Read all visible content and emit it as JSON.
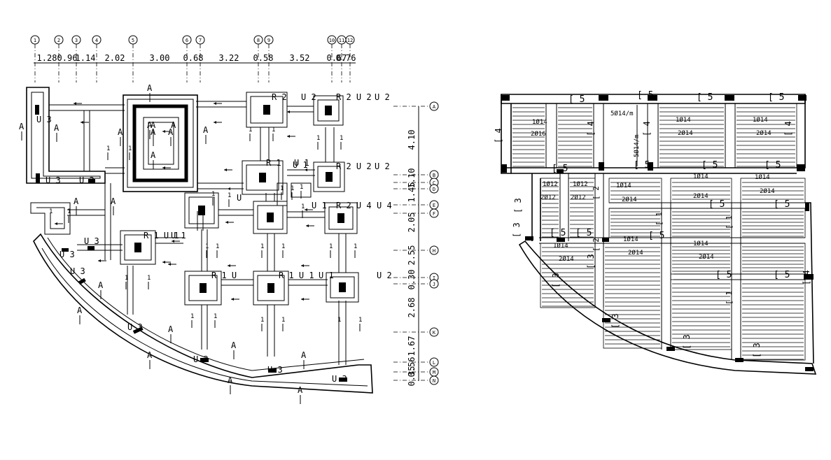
{
  "grid_columns": {
    "markers": [
      "1",
      "2",
      "3",
      "4",
      "5",
      "6",
      "7",
      "8",
      "9",
      "10",
      "11",
      "12"
    ],
    "dimensions": [
      "1.28",
      "0.96",
      "1.14",
      "2.02",
      "3.00",
      "0.68",
      "3.22",
      "0.58",
      "3.52",
      "0.67",
      "0.76"
    ]
  },
  "grid_rows": {
    "markers": [
      "A",
      "B",
      "C",
      "D",
      "E",
      "F",
      "H",
      "I",
      "J",
      "K",
      "L",
      "M",
      "N"
    ],
    "dimensions": [
      "4.10",
      "1.10",
      "1.45",
      "2.05",
      "2.55",
      "0.30",
      "2.68",
      "1.67",
      "0.56",
      "0.35"
    ]
  },
  "footing_plan": {
    "footing_labels": [
      "R 2",
      "U 2",
      "R 1",
      "U 1",
      "U 4",
      "U 3",
      "R 2  U 2",
      "R 2  U 2",
      "R 2  U 4",
      "R 1  U 1",
      "R 1  U",
      "R 1  U 1"
    ],
    "section_mark": "A",
    "tie_mark": "1"
  },
  "reinforcement_plan": {
    "bar_labels": [
      "1Ø14",
      "2Ø16",
      "1Ø14",
      "2Ø14",
      "1Ø14",
      "2Ø14",
      "1Ø12",
      "2Ø12",
      "1Ø12",
      "2Ø12",
      "1Ø14",
      "2Ø14",
      "1Ø14",
      "2Ø14",
      "1Ø14",
      "2Ø14",
      "1Ø14",
      "2Ø14",
      "1Ø14",
      "2Ø14",
      "1Ø14",
      "2Ø14"
    ],
    "stirrup_labels": [
      "5Ø14/m",
      "5Ø14/m"
    ],
    "bracket_marks": [
      "5",
      "4",
      "3",
      "2",
      "1"
    ]
  }
}
